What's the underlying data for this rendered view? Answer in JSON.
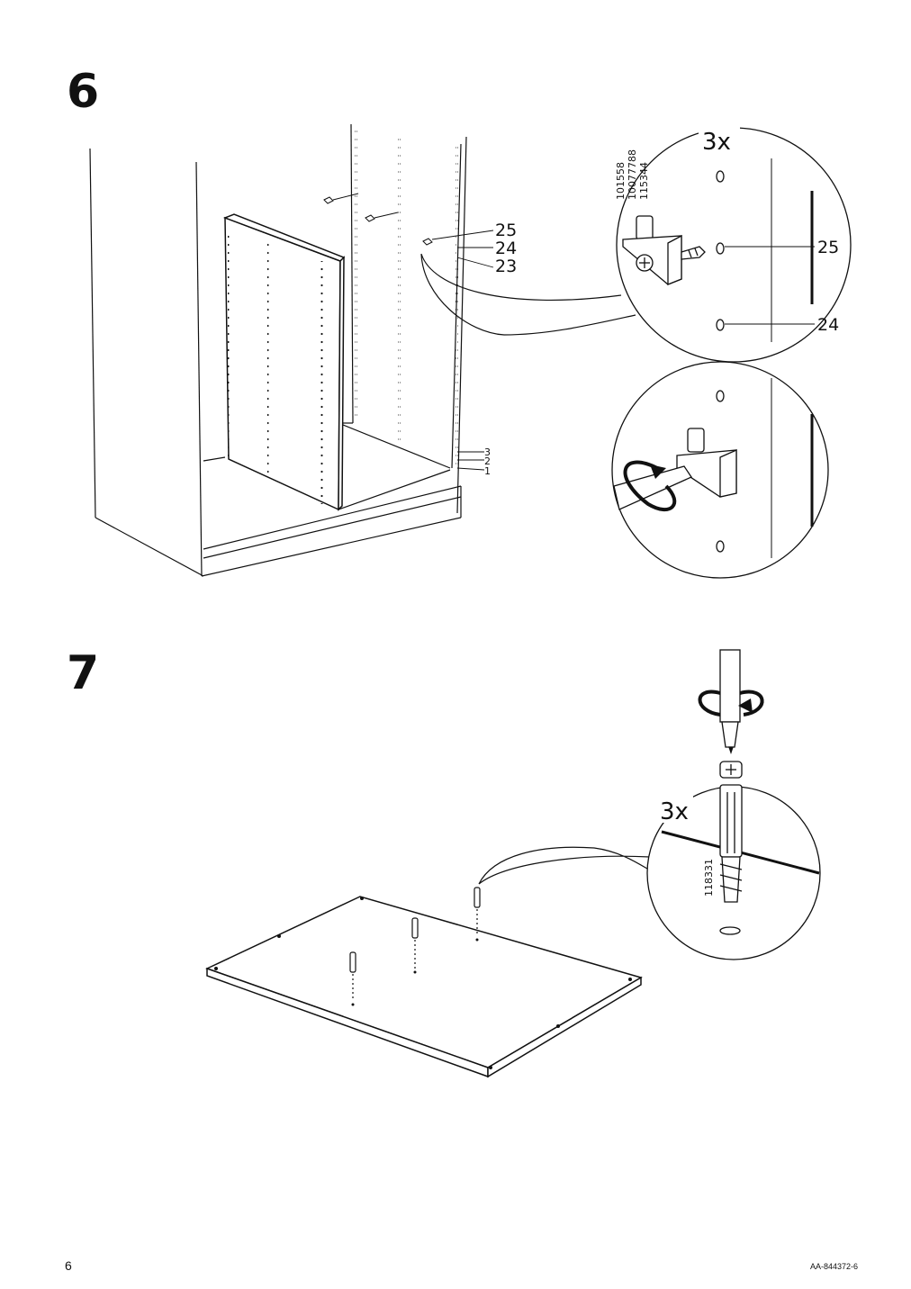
{
  "steps": [
    {
      "number": "6",
      "callout_labels": {
        "a": "25",
        "b": "24",
        "c": "23"
      },
      "shelf_positions": [
        "3",
        "2",
        "1"
      ],
      "detail": {
        "quantity": "3x",
        "part_numbers": [
          "101558",
          "10077788",
          "115344"
        ],
        "labels": {
          "a": "25",
          "b": "24"
        }
      }
    },
    {
      "number": "7",
      "detail": {
        "quantity": "3x",
        "part_numbers": [
          "118331"
        ]
      }
    }
  ],
  "footer": {
    "page_number": "6",
    "document_code": "AA-844372-6"
  }
}
